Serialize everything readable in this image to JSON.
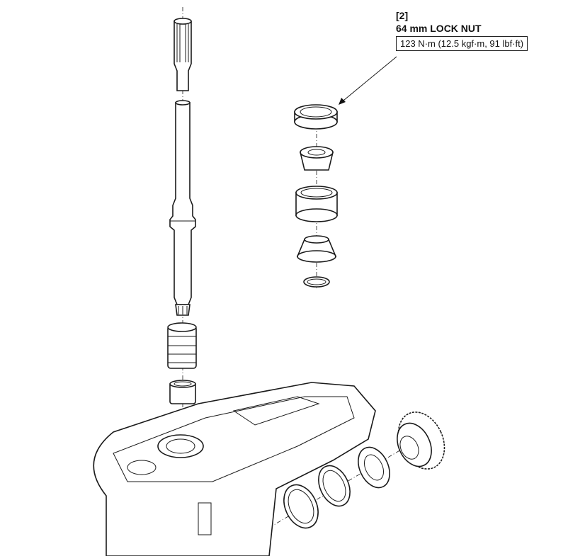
{
  "callout": {
    "ref": "[2]",
    "part_name": "64 mm LOCK NUT",
    "torque": "123 N·m (12.5 kgf·m, 91 lbf·ft)"
  }
}
